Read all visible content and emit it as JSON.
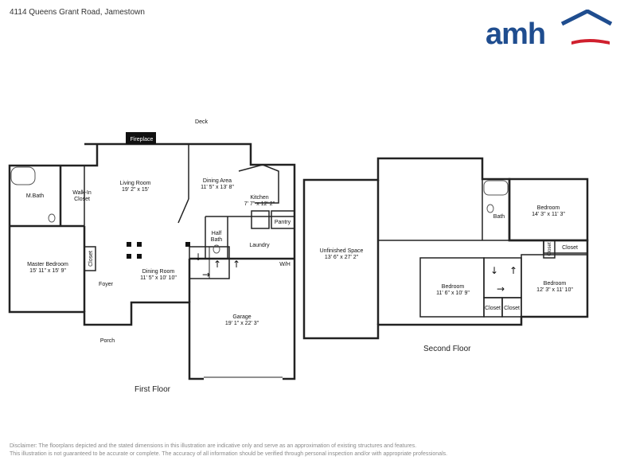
{
  "header": {
    "address": "4114 Queens Grant Road, Jamestown"
  },
  "logo": {
    "text": "amh",
    "brand_color": "#1f4d8f",
    "accent_color": "#d0202e"
  },
  "first_floor": {
    "title": "First Floor",
    "labels": {
      "deck": "Deck",
      "fireplace": "Fireplace",
      "living_room": "Living Room",
      "living_room_dim": "19' 2\" x 15'",
      "dining_area": "Dining Area",
      "dining_area_dim": "11' 5\" x 13' 8\"",
      "kitchen": "Kitchen",
      "kitchen_dim": "7' 7\" x 12' 2\"",
      "pantry": "Pantry",
      "mbath": "M.Bath",
      "walkin_1": "Walk-In",
      "walkin_2": "Closet",
      "half_bath_1": "Half",
      "half_bath_2": "Bath",
      "laundry": "Laundry",
      "wh": "W/H",
      "master_bedroom": "Master Bedroom",
      "master_bedroom_dim": "15' 11\" x 15' 9\"",
      "closet": "Closet",
      "foyer": "Foyer",
      "dining_room": "Dining Room",
      "dining_room_dim": "11' 5\" x 10' 10\"",
      "garage": "Garage",
      "garage_dim": "19' 1\" x 22' 3\"",
      "porch": "Porch"
    }
  },
  "second_floor": {
    "title": "Second Floor",
    "labels": {
      "unfinished": "Unfinished Space",
      "unfinished_dim": "13' 6\" x 27' 2\"",
      "bath": "Bath",
      "bedroom_ne": "Bedroom",
      "bedroom_ne_dim": "14' 3\" x 11' 3\"",
      "closet_ne": "Closet",
      "closet_small": "Closet",
      "bedroom_mid": "Bedroom",
      "bedroom_mid_dim": "11' 6\" x 10' 9\"",
      "bedroom_se": "Bedroom",
      "bedroom_se_dim": "12' 3\" x 11' 10\"",
      "closet_b1": "Closet",
      "closet_b2": "Closet"
    }
  },
  "disclaimer": {
    "line1": "Disclaimer: The floorplans depicted and the stated dimensions in this illustration are indicative only and serve as an approximation of existing structures and features.",
    "line2": "This illustration is not guaranteed to be accurate or complete. The accuracy of all information should be verified through personal inspection and/or with appropriate professionals."
  }
}
